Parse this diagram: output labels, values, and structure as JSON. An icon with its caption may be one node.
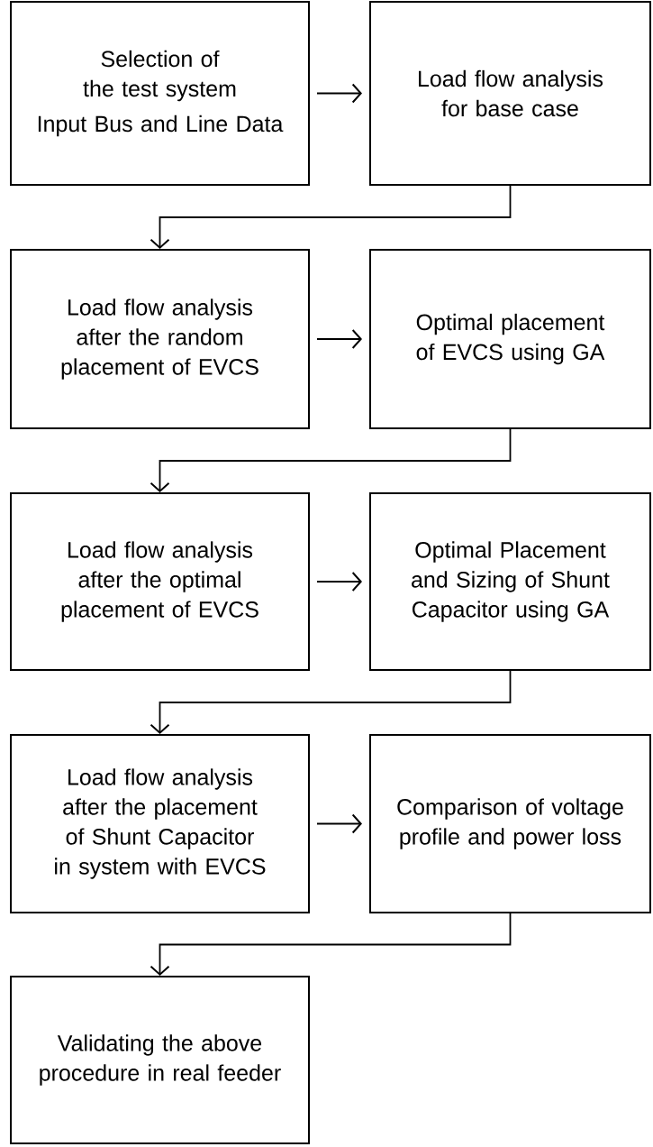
{
  "diagram": {
    "nodes": [
      {
        "text": [
          "Selection of the test system",
          "Input Bus and Line Data"
        ]
      },
      {
        "text": [
          "Load flow analysis for base case"
        ]
      },
      {
        "text": [
          "Load flow analysis after the random placement of EVCS"
        ]
      },
      {
        "text": [
          "Optimal placement of EVCS using GA"
        ]
      },
      {
        "text": [
          "Load flow analysis after the optimal placement of EVCS"
        ]
      },
      {
        "text": [
          "Optimal Placement and Sizing of Shunt Capacitor using GA"
        ]
      },
      {
        "text": [
          "Load flow analysis after the placement of Shunt Capacitor in system with EVCS"
        ]
      },
      {
        "text": [
          "Comparison of voltage profile and power loss"
        ]
      },
      {
        "text": [
          "Validating the above procedure in real feeder"
        ]
      }
    ],
    "edges": [
      {
        "from": 0,
        "to": 1,
        "arrow": "to"
      },
      {
        "from": 1,
        "to": 2,
        "arrow": "to"
      },
      {
        "from": 2,
        "to": 3,
        "arrow": "to"
      },
      {
        "from": 3,
        "to": 4,
        "arrow": "to"
      },
      {
        "from": 4,
        "to": 5,
        "arrow": "to"
      },
      {
        "from": 5,
        "to": 6,
        "arrow": "to"
      },
      {
        "from": 6,
        "to": 7,
        "arrow": "to"
      },
      {
        "from": 7,
        "to": 8,
        "arrow": "to"
      }
    ]
  }
}
